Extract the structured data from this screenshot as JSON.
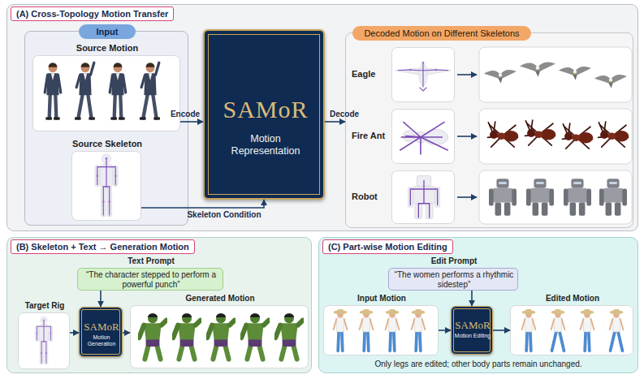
{
  "diagram": {
    "nodes": [
      {
        "text": [
          "(A) Cross-Topology Motion Transfer"
        ]
      },
      {
        "text": [
          "Input"
        ],
        "in": 0
      },
      {
        "text": [
          "Source Motion"
        ],
        "in": 1
      },
      {
        "text": [
          "Source Skeleton"
        ],
        "in": 1
      },
      {
        "text": [
          "SAMoR",
          "Motion Representation"
        ],
        "in": 0
      },
      {
        "text": [
          "Decoded Motion on Different Skeletons"
        ],
        "in": 0
      },
      {
        "text": [
          "Eagle"
        ],
        "in": 5
      },
      {
        "text": [
          "Fire Ant"
        ],
        "in": 5
      },
      {
        "text": [
          "Robot"
        ],
        "in": 5
      },
      {
        "text": [
          "(B) Skeleton + Text → Generation Motion"
        ]
      },
      {
        "text": [
          "Text Prompt",
          "“The character stepped to perform a powerful punch”"
        ],
        "in": 9
      },
      {
        "text": [
          "Target Rig"
        ],
        "in": 9
      },
      {
        "text": [
          "SAMoR",
          "Motion Generation"
        ],
        "in": 9
      },
      {
        "text": [
          "Generated Motion"
        ],
        "in": 9
      },
      {
        "text": [
          "(C) Part-wise Motion Editing"
        ]
      },
      {
        "text": [
          "Edit Prompt",
          "“The women performs a rhythmic sidestep”"
        ],
        "in": 14
      },
      {
        "text": [
          "Input Motion"
        ],
        "in": 14
      },
      {
        "text": [
          "SAMoR",
          "Motion Editing"
        ],
        "in": 14
      },
      {
        "text": [
          "Edited Motion"
        ],
        "in": 14
      }
    ],
    "edges": [
      {
        "from": 2,
        "to": 4,
        "label": "Encode",
        "arrow": "to"
      },
      {
        "from": 3,
        "to": 4,
        "label": "Skeleton Condition",
        "arrow": "to"
      },
      {
        "from": 4,
        "to": 5,
        "label": "Decode",
        "arrow": "to"
      },
      {
        "from": 11,
        "to": 12,
        "arrow": "to"
      },
      {
        "from": 10,
        "to": 12,
        "arrow": "to"
      },
      {
        "from": 12,
        "to": 13,
        "arrow": "to"
      },
      {
        "from": 16,
        "to": 17,
        "arrow": "to"
      },
      {
        "from": 15,
        "to": 17,
        "arrow": "to"
      },
      {
        "from": 17,
        "to": 18,
        "arrow": "to"
      }
    ],
    "labels": [
      "Only legs are edited; other body parts remain unchanged."
    ]
  }
}
